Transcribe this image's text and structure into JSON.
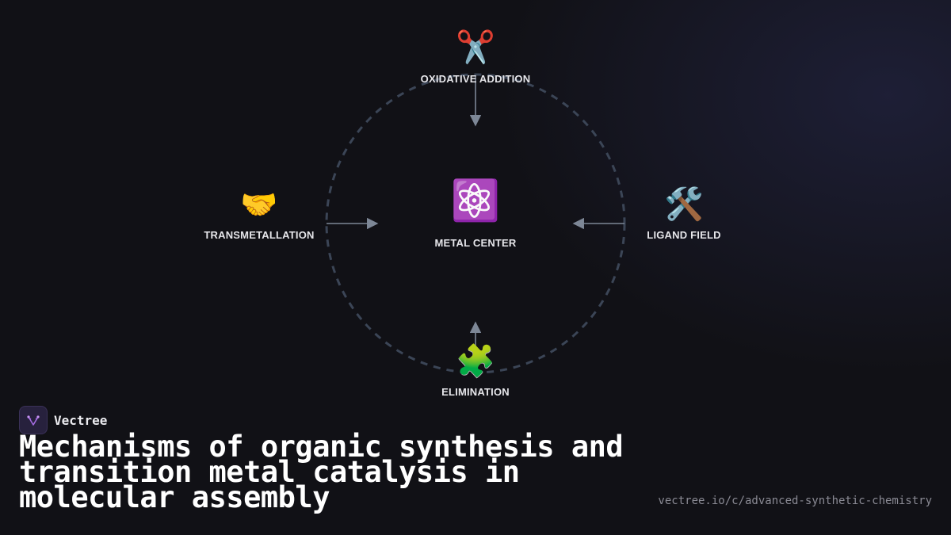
{
  "diagram": {
    "center": {
      "label": "METAL CENTER",
      "icon": "atom-icon",
      "emoji": "⚛️"
    },
    "nodes": [
      {
        "id": "top",
        "label": "OXIDATIVE ADDITION",
        "icon": "scissors-icon",
        "emoji": "✂️"
      },
      {
        "id": "right",
        "label": "LIGAND FIELD",
        "icon": "hammer-wrench-icon",
        "emoji": "🛠️"
      },
      {
        "id": "bottom",
        "label": "ELIMINATION",
        "icon": "puzzle-icon",
        "emoji": "🧩"
      },
      {
        "id": "left",
        "label": "TRANSMETALLATION",
        "icon": "handshake-icon",
        "emoji": "🤝"
      }
    ],
    "colors": {
      "ring": "#3b4556",
      "arrow": "#7d8796",
      "accent": "#a46be0"
    }
  },
  "brand": {
    "name": "Vectree",
    "logo_icon": "vectree-logo-icon"
  },
  "title": "Mechanisms of organic synthesis and transition metal catalysis in molecular assembly",
  "url": "vectree.io/c/advanced-synthetic-chemistry"
}
